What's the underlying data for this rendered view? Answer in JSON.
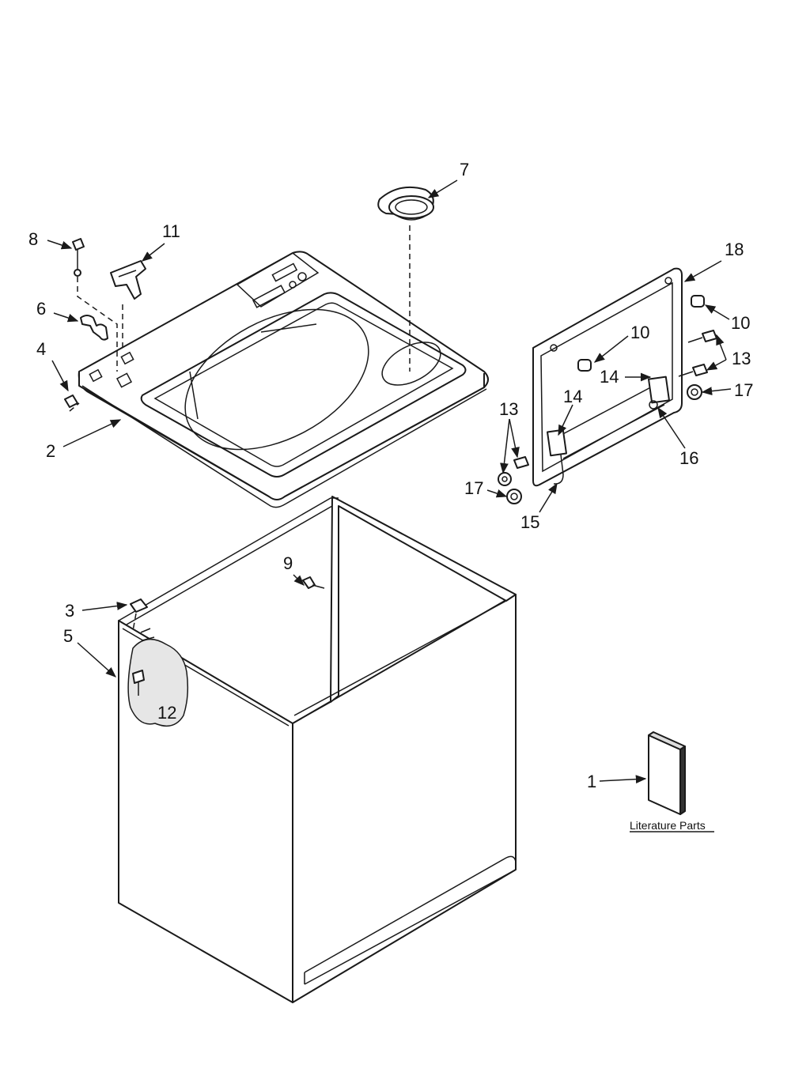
{
  "callouts": {
    "c1": "1",
    "c2": "2",
    "c3": "3",
    "c4": "4",
    "c5": "5",
    "c6": "6",
    "c7": "7",
    "c8": "8",
    "c9": "9",
    "c10a": "10",
    "c10b": "10",
    "c11": "11",
    "c12": "12",
    "c13a": "13",
    "c13b": "13",
    "c14a": "14",
    "c14b": "14",
    "c15": "15",
    "c16": "16",
    "c17a": "17",
    "c17b": "17",
    "c18": "18"
  },
  "literature": {
    "label": "Literature Parts"
  }
}
